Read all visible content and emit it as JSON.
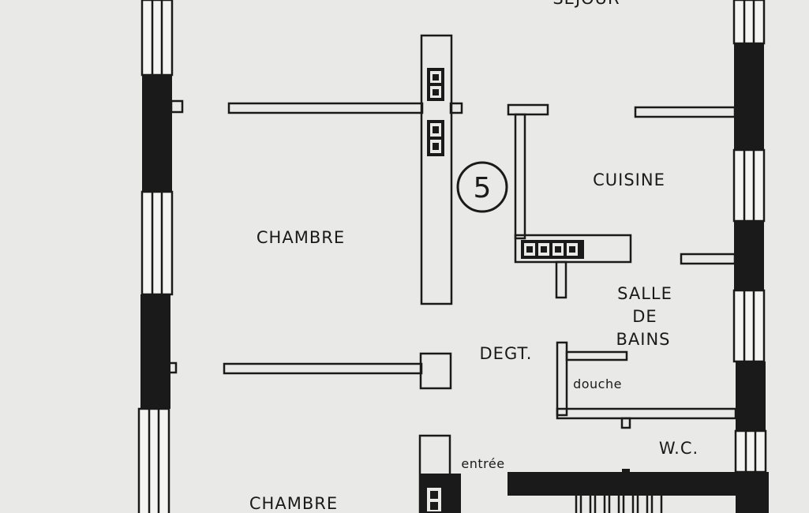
{
  "rooms": {
    "sejour_partial": "SÉJOUR",
    "chambre_1": "CHAMBRE",
    "chambre_2": "CHAMBRE",
    "cuisine": "CUISINE",
    "salle_de_bains": [
      "SALLE",
      "DE",
      "BAINS"
    ],
    "degagement": "DEGT.",
    "douche": "douche",
    "wc": "W.C.",
    "entree": "entrée"
  },
  "markers": {
    "unit_number": "5"
  },
  "colors": {
    "paper": "#e9e9e7",
    "ink": "#1a1a1a"
  }
}
